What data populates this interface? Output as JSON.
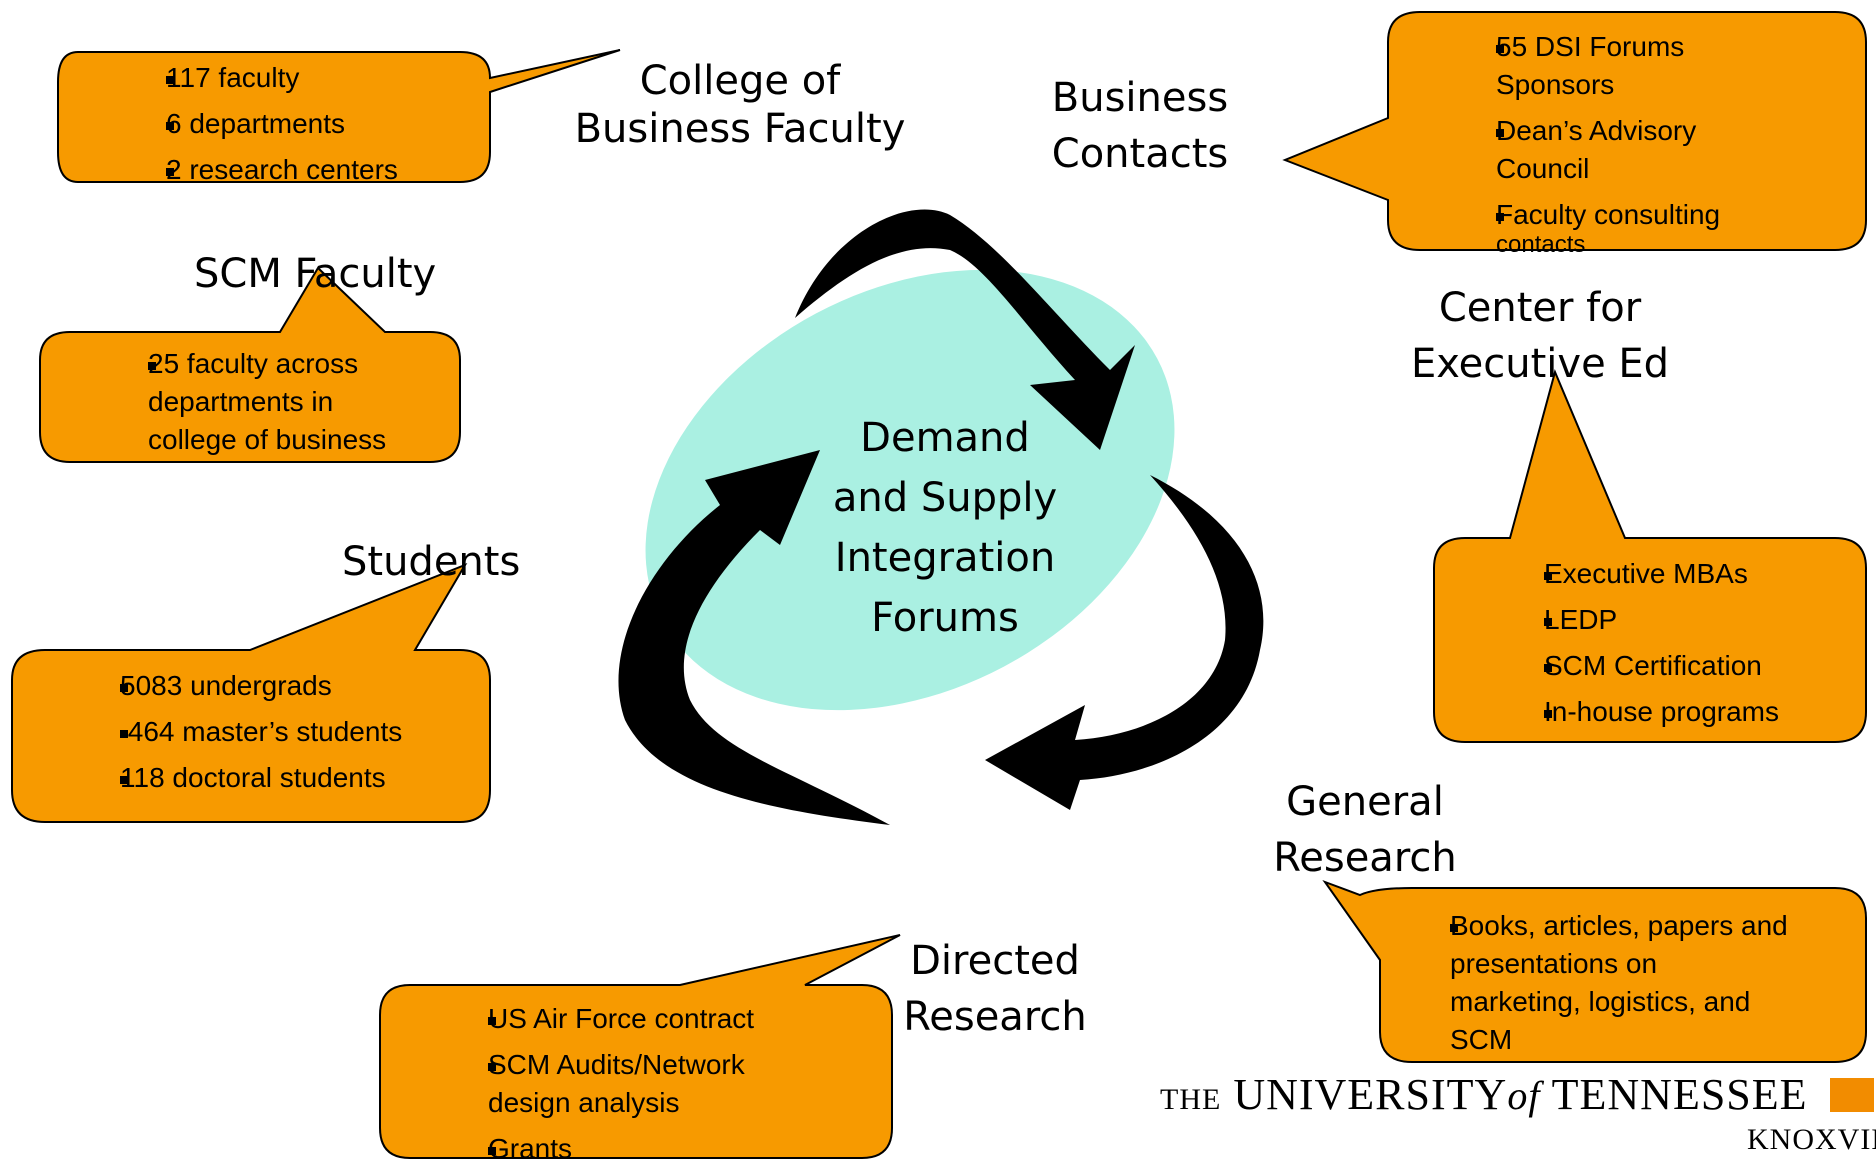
{
  "center": {
    "lines": [
      "Demand",
      "and Supply",
      "Integration",
      "Forums"
    ]
  },
  "nodes": {
    "college_faculty": {
      "lines": [
        "College of",
        "Business Faculty"
      ],
      "bullets": [
        "117 faculty",
        "6 departments",
        "2 research centers"
      ]
    },
    "scm_faculty": {
      "lines": [
        "SCM Faculty"
      ],
      "bullets": [
        "25 faculty across",
        "departments in",
        "college of business"
      ]
    },
    "students": {
      "lines": [
        "Students"
      ],
      "bullets": [
        "5083 undergrads",
        " 464 master’s students",
        "118 doctoral students"
      ]
    },
    "business_contacts": {
      "lines": [
        "Business",
        "Contacts"
      ],
      "bullets": [
        "55 DSI Forums",
        "Sponsors",
        "Dean’s Advisory",
        "Council",
        "Faculty consulting",
        "contacts"
      ]
    },
    "exec_ed": {
      "lines": [
        "Center for",
        "Executive Ed"
      ],
      "bullets": [
        "Executive MBAs",
        "LEDP",
        "SCM Certification",
        "In-house programs"
      ]
    },
    "general_research": {
      "lines": [
        "General",
        "Research"
      ],
      "bullets": [
        "Books, articles, papers and",
        "presentations on",
        "marketing, logistics, and",
        "SCM"
      ]
    },
    "directed_research": {
      "lines": [
        "Directed",
        "Research"
      ],
      "bullets": [
        "US Air Force contract",
        "SCM Audits/Network",
        "design analysis",
        "Grants"
      ]
    }
  },
  "logo": {
    "the": "THE",
    "university": "UNIVERSITY",
    "of": "of",
    "tennessee": "TENNESSEE",
    "city": "KNOXVILLE",
    "ut_mark": "UT"
  },
  "colors": {
    "callout": "#f79a00",
    "ellipse": "#aaf0e2",
    "arrows": "#000000"
  }
}
